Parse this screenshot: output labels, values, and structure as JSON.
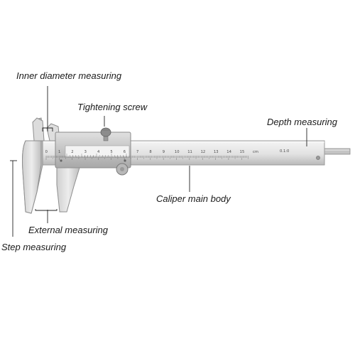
{
  "labels": {
    "inner_diameter": "Inner diameter measuring",
    "tightening_screw": "Tightening screw",
    "depth": "Depth measuring",
    "main_body": "Caliper main body",
    "external": "External measuring",
    "step": "Step measuring"
  },
  "scale": {
    "main_numbers": [
      "0",
      "1",
      "2",
      "3",
      "4",
      "5",
      "6",
      "7",
      "8",
      "9",
      "10",
      "11",
      "12",
      "13",
      "14",
      "15",
      "cm"
    ],
    "spec": "0.1:0"
  },
  "colors": {
    "steel_light": "#e9e9e9",
    "steel_mid": "#c8c8c8",
    "steel_dark": "#8f8f8f",
    "leader": "#222222"
  }
}
